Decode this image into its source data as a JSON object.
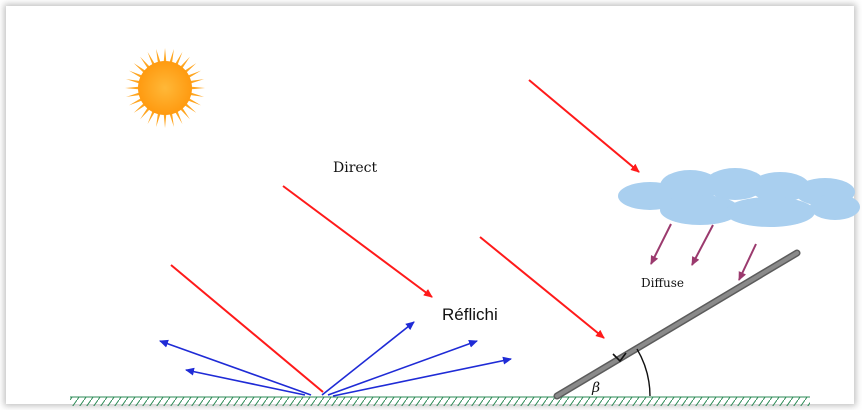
{
  "labels": {
    "direct": "Direct",
    "reflechi": "Réflichi",
    "diffuse": "Diffuse",
    "angle": "β"
  },
  "colors": {
    "sun": "#FFA51F",
    "direct_ray": "#FF1A1A",
    "reflected_ray": "#1F2BD6",
    "diffuse_ray": "#9B3A6E",
    "cloud": "#A9CFEF",
    "panel": "#7A7A7A",
    "ground_hatch": "#2E8B57"
  },
  "icons": {
    "sun": "sun-icon",
    "cloud": "cloud-icon",
    "panel": "solar-panel-icon"
  }
}
